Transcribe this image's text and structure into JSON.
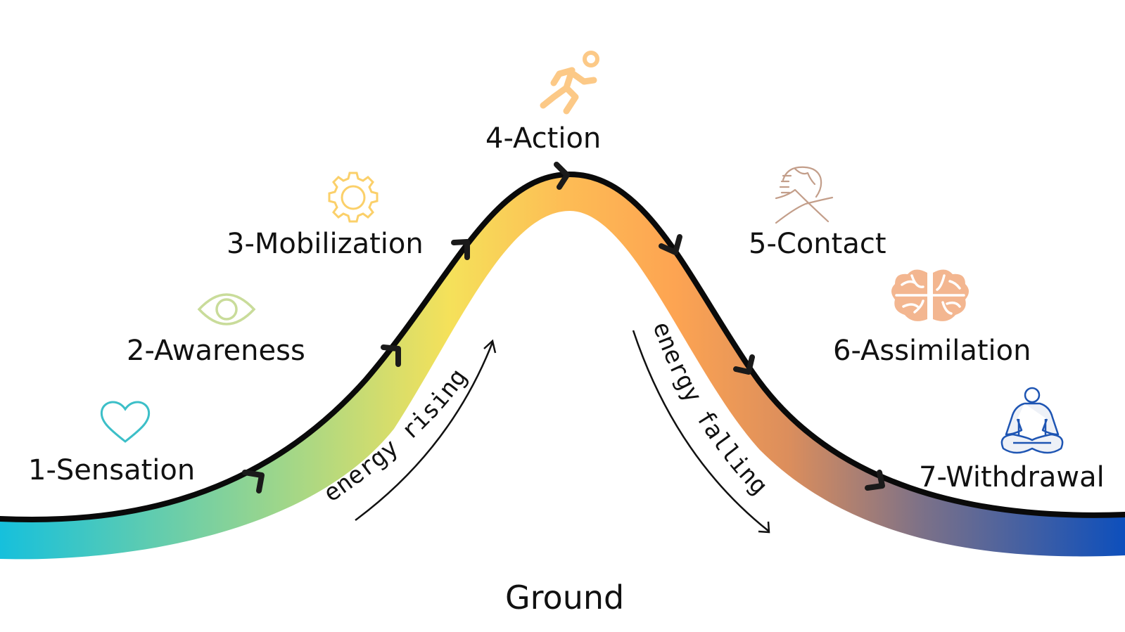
{
  "diagram": {
    "title": "Cycle of Experience",
    "stages": [
      {
        "number": 1,
        "label": "1-Sensation",
        "icon": "heart-icon",
        "icon_color": "#3cbfc8"
      },
      {
        "number": 2,
        "label": "2-Awareness",
        "icon": "eye-icon",
        "icon_color": "#c9dc9a"
      },
      {
        "number": 3,
        "label": "3-Mobilization",
        "icon": "gear-icon",
        "icon_color": "#fbd06a"
      },
      {
        "number": 4,
        "label": "4-Action",
        "icon": "running-person-icon",
        "icon_color": "#fcc987"
      },
      {
        "number": 5,
        "label": "5-Contact",
        "icon": "handshake-icon",
        "icon_color": "#c39e8a"
      },
      {
        "number": 6,
        "label": "6-Assimilation",
        "icon": "brain-icon",
        "icon_color": "#f3b690"
      },
      {
        "number": 7,
        "label": "7-Withdrawal",
        "icon": "meditation-icon",
        "icon_color": "#1e55b3"
      }
    ],
    "energy_rising": "energy rising",
    "energy_falling": "energy falling",
    "ground": "Ground",
    "gradient_colors": [
      "#16c0dc",
      "#7fd19a",
      "#f5e15a",
      "#fdbd55",
      "#fda452",
      "#e38c57",
      "#8d7a86",
      "#0d4fbc"
    ]
  }
}
